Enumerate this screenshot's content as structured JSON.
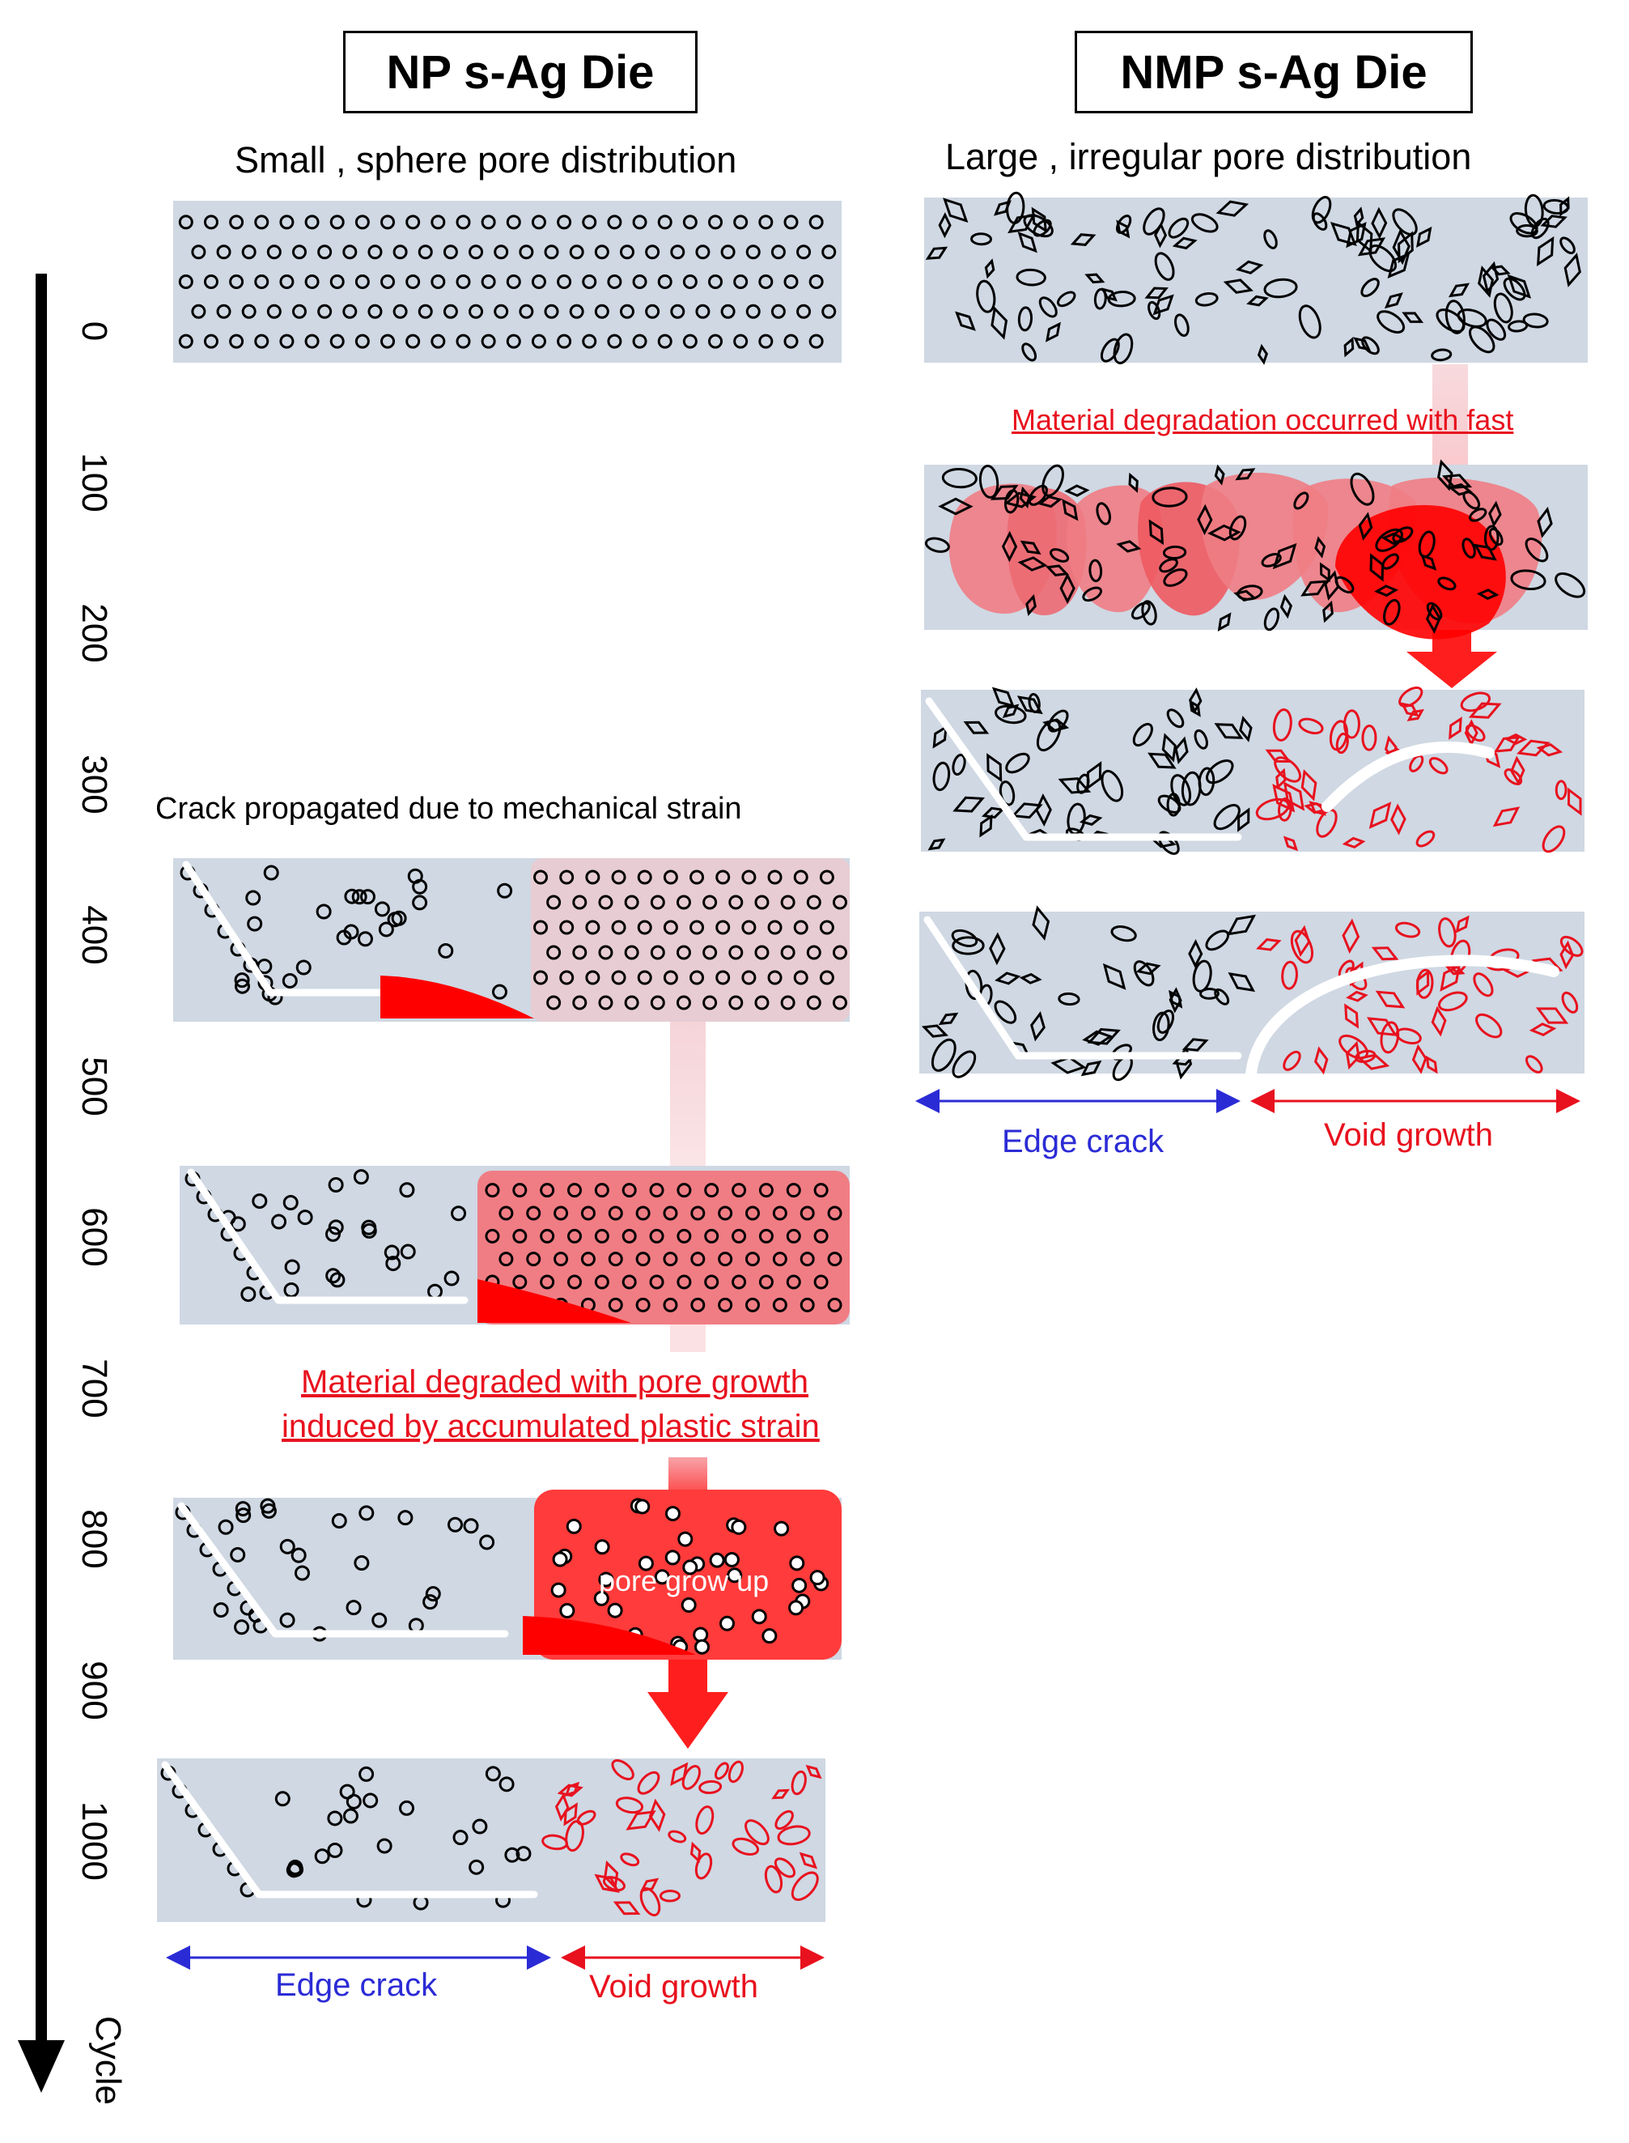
{
  "left_title": "NP s-Ag Die",
  "right_title": "NMP s-Ag Die",
  "left_subtitle": "Small , sphere pore distribution",
  "right_subtitle": "Large , irregular pore distribution",
  "left_crack_note": "Crack propagated due to mechanical strain",
  "left_degraded_note_line1": "Material degraded with pore growth",
  "left_degraded_note_line2": "induced by accumulated plastic strain",
  "pore_grow_label": "pore grow up",
  "right_degradation_note": "Material degradation occurred with fast",
  "left_edge_crack": "Edge crack",
  "left_void_growth": "Void growth",
  "right_edge_crack": "Edge crack",
  "right_void_growth": "Void growth",
  "axis": {
    "ticks": [
      "0",
      "100",
      "200",
      "300",
      "400",
      "500",
      "600",
      "700",
      "800",
      "900",
      "1000"
    ],
    "label": "Cycle"
  },
  "colors": {
    "panel_bg": "#cfd8e3",
    "degraded_red": "#ff3b3b",
    "light_red": "#f07d84",
    "dark_red": "#ff0000",
    "crack_white": "#ffffff",
    "void_outline": "#e8111e",
    "edge_arrow_blue": "#2b2bd6"
  }
}
